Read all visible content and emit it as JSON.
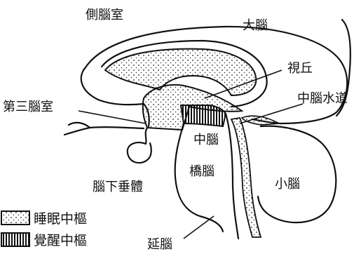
{
  "labels": {
    "lateral_ventricle": "側腦室",
    "cerebrum": "大腦",
    "thalamus": "視丘",
    "third_ventricle": "第三腦室",
    "cerebral_aqueduct": "中腦水道",
    "midbrain": "中腦",
    "pons": "橋腦",
    "cerebellum": "小腦",
    "pituitary": "腦下垂體",
    "medulla": "延腦"
  },
  "legend": {
    "sleep_center": "睡眠中樞",
    "wake_center": "覺醒中樞"
  }
}
